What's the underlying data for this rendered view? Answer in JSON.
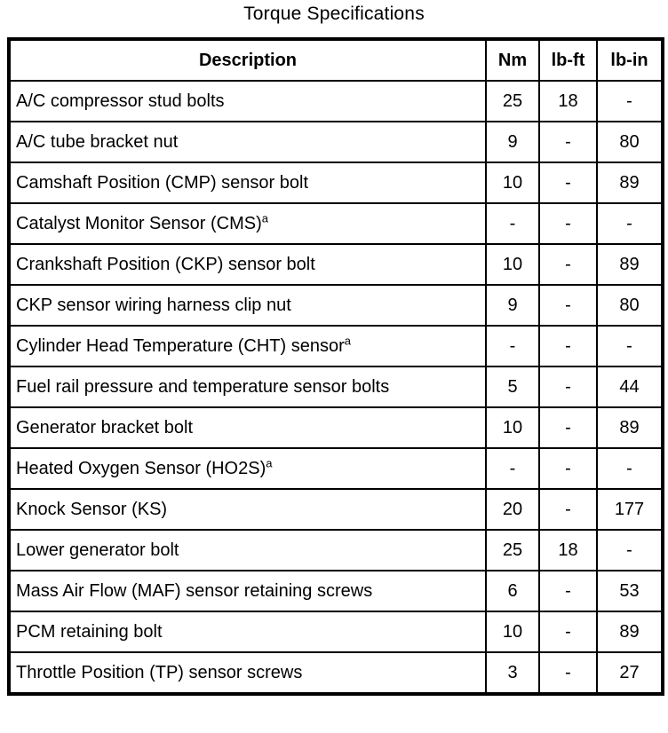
{
  "title": "Torque Specifications",
  "colors": {
    "background": "#ffffff",
    "border": "#000000",
    "text": "#000000"
  },
  "table": {
    "columns": [
      "Description",
      "Nm",
      "lb-ft",
      "lb-in"
    ],
    "rows": [
      {
        "description": "A/C compressor stud bolts",
        "sup": "",
        "nm": "25",
        "lbft": "18",
        "lbin": "-"
      },
      {
        "description": "A/C tube bracket nut",
        "sup": "",
        "nm": "9",
        "lbft": "-",
        "lbin": "80"
      },
      {
        "description": "Camshaft Position (CMP) sensor bolt",
        "sup": "",
        "nm": "10",
        "lbft": "-",
        "lbin": "89"
      },
      {
        "description": "Catalyst Monitor Sensor (CMS)",
        "sup": "a",
        "nm": "-",
        "lbft": "-",
        "lbin": "-"
      },
      {
        "description": "Crankshaft Position (CKP) sensor bolt",
        "sup": "",
        "nm": "10",
        "lbft": "-",
        "lbin": "89"
      },
      {
        "description": "CKP sensor wiring harness clip nut",
        "sup": "",
        "nm": "9",
        "lbft": "-",
        "lbin": "80"
      },
      {
        "description": "Cylinder Head Temperature (CHT) sensor",
        "sup": "a",
        "nm": "-",
        "lbft": "-",
        "lbin": "-"
      },
      {
        "description": "Fuel rail pressure and temperature sensor bolts",
        "sup": "",
        "nm": "5",
        "lbft": "-",
        "lbin": "44"
      },
      {
        "description": "Generator bracket bolt",
        "sup": "",
        "nm": "10",
        "lbft": "-",
        "lbin": "89"
      },
      {
        "description": "Heated Oxygen Sensor (HO2S)",
        "sup": "a",
        "nm": "-",
        "lbft": "-",
        "lbin": "-"
      },
      {
        "description": "Knock Sensor (KS)",
        "sup": "",
        "nm": "20",
        "lbft": "-",
        "lbin": "177"
      },
      {
        "description": "Lower generator bolt",
        "sup": "",
        "nm": "25",
        "lbft": "18",
        "lbin": "-"
      },
      {
        "description": "Mass Air Flow (MAF) sensor retaining screws",
        "sup": "",
        "nm": "6",
        "lbft": "-",
        "lbin": "53"
      },
      {
        "description": "PCM retaining bolt",
        "sup": "",
        "nm": "10",
        "lbft": "-",
        "lbin": "89"
      },
      {
        "description": "Throttle Position (TP) sensor screws",
        "sup": "",
        "nm": "3",
        "lbft": "-",
        "lbin": "27"
      }
    ]
  }
}
